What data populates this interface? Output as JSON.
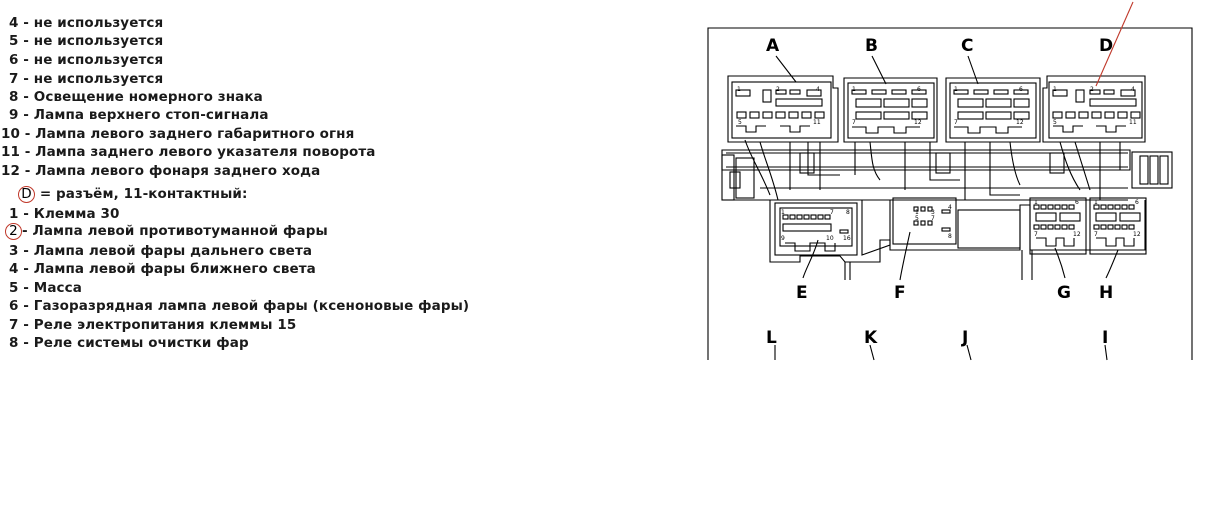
{
  "legend_top": [
    {
      "text": "4 - не используется"
    },
    {
      "text": "5 - не используется"
    },
    {
      "text": "6 - не используется"
    },
    {
      "text": "7 - не используется"
    },
    {
      "text": "8 - Освещение номерного знака"
    },
    {
      "text": "9 - Лампа верхнего стоп-сигнала"
    },
    {
      "text": "10 - Лампа левого заднего габаритного огня"
    },
    {
      "text": "11 - Лампа заднего левого указателя поворота"
    },
    {
      "text": "12 - Лампа левого фонаря заднего хода"
    }
  ],
  "connector_header": {
    "letter": "D",
    "text": "= разъём, 11-контактный:"
  },
  "legend_bottom": [
    {
      "prefix": "1",
      "text": " - Клемма 30"
    },
    {
      "prefix": "2",
      "text": "- Лампа левой противотуманной фары",
      "circled": true
    },
    {
      "prefix": "3",
      "text": " - Лампа левой фары дальнего света"
    },
    {
      "prefix": "4",
      "text": " - Лампа левой фары ближнего света"
    },
    {
      "prefix": "5",
      "text": " - Масса"
    },
    {
      "prefix": "6",
      "text": " - Газоразрядная лампа левой фары (ксеноновые фары)"
    },
    {
      "prefix": "7",
      "text": " - Реле электропитания клеммы 15"
    },
    {
      "prefix": "8",
      "text": " - Реле системы очистки фар"
    }
  ],
  "diagram": {
    "top_labels": [
      "A",
      "B",
      "C",
      "D"
    ],
    "mid_labels": [
      "E",
      "F",
      "G",
      "H"
    ],
    "bottom_labels": [
      "L",
      "K",
      "J",
      "I"
    ],
    "pin_labels": {
      "a_first": "1",
      "a_mid": "2",
      "a_last": "4",
      "a_b1": "5",
      "a_b2": "11",
      "b_first": "1",
      "b_last": "6",
      "b_b1": "7",
      "b_b2": "12",
      "c_first": "1",
      "c_last": "6",
      "c_b1": "7",
      "c_b2": "12",
      "d_first": "1",
      "d_mid": "2",
      "d_last": "4",
      "d_b1": "5",
      "d_b2": "11",
      "e_1": "1",
      "e_7": "7",
      "e_8": "8",
      "e_9": "9",
      "e_10": "10",
      "e_16": "16",
      "f_1": "1",
      "f_3": "3",
      "f_4": "4",
      "f_5": "5",
      "f_7": "7",
      "f_8": "8",
      "g_1": "1",
      "g_6": "6",
      "g_7": "7",
      "g_12": "12",
      "h_1": "1",
      "h_6": "6",
      "h_7": "7",
      "h_12": "12"
    },
    "highlight_color": "#c0392b"
  }
}
